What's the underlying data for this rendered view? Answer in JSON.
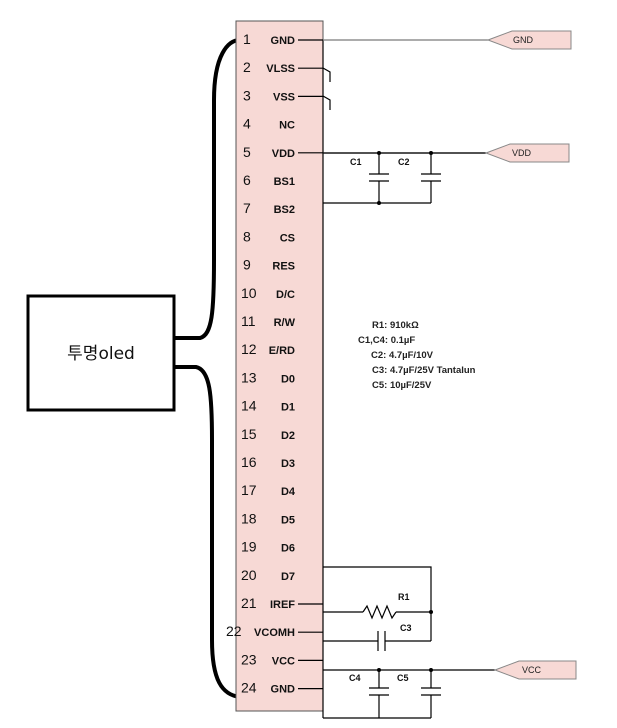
{
  "device_label": "투명oled",
  "pins": [
    {
      "num": "1",
      "name": "GND"
    },
    {
      "num": "2",
      "name": "VLSS"
    },
    {
      "num": "3",
      "name": "VSS"
    },
    {
      "num": "4",
      "name": "NC"
    },
    {
      "num": "5",
      "name": "VDD"
    },
    {
      "num": "6",
      "name": "BS1"
    },
    {
      "num": "7",
      "name": "BS2"
    },
    {
      "num": "8",
      "name": "CS"
    },
    {
      "num": "9",
      "name": "RES"
    },
    {
      "num": "10",
      "name": "D/C"
    },
    {
      "num": "11",
      "name": "R/W"
    },
    {
      "num": "12",
      "name": "E/RD"
    },
    {
      "num": "13",
      "name": "D0"
    },
    {
      "num": "14",
      "name": "D1"
    },
    {
      "num": "15",
      "name": "D2"
    },
    {
      "num": "16",
      "name": "D3"
    },
    {
      "num": "17",
      "name": "D4"
    },
    {
      "num": "18",
      "name": "D5"
    },
    {
      "num": "19",
      "name": "D6"
    },
    {
      "num": "20",
      "name": "D7"
    },
    {
      "num": "21",
      "name": "IREF"
    },
    {
      "num": "22",
      "name": "VCOMH"
    },
    {
      "num": "23",
      "name": "VCC"
    },
    {
      "num": "24",
      "name": "GND"
    }
  ],
  "nets": {
    "gnd": "GND",
    "vdd": "VDD",
    "vcc": "VCC"
  },
  "components": {
    "c1": "C1",
    "c2": "C2",
    "c3": "C3",
    "c4": "C4",
    "c5": "C5",
    "r1": "R1"
  },
  "notes": [
    "R1: 910kΩ",
    "C1,C4: 0.1µF",
    "C2: 4.7µF/10V",
    "C3: 4.7µF/25V Tantalun",
    "C5: 10µF/25V"
  ]
}
